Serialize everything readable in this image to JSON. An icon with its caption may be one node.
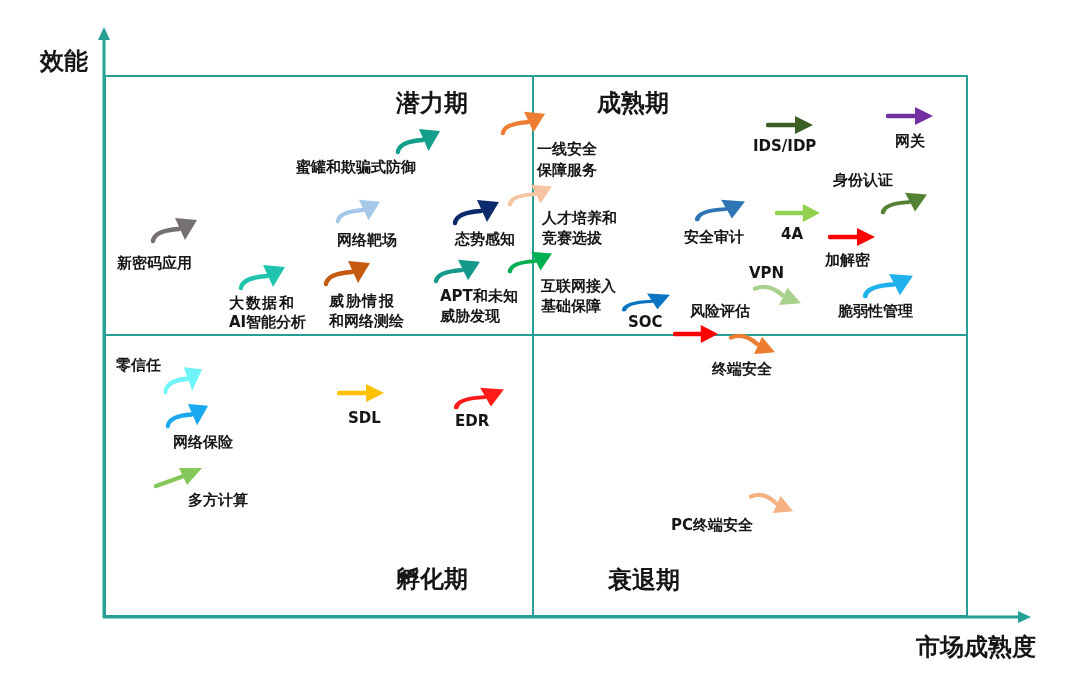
{
  "diagram": {
    "nodes": [
      {
        "text": [
          "潜力期"
        ]
      },
      {
        "text": [
          "成熟期"
        ]
      },
      {
        "text": [
          "孵化期"
        ]
      },
      {
        "text": [
          "衰退期"
        ]
      }
    ],
    "labels": [
      "效能",
      "蜜罐和欺骗式防御",
      "一线安全保障服务",
      "IDS/IDP",
      "网关",
      "身份认证",
      "网络靶场",
      "态势感知",
      "人才培养和竞赛选拔",
      "安全审计",
      "4A",
      "新密码应用",
      "VPN",
      "加解密",
      "大数据和AI智能分析",
      "威胁情报和网络测绘",
      "APT和未知威胁发现",
      "互联网接入基础保障",
      "SOC",
      "风险评估",
      "脆弱性管理",
      "零信任",
      "终端安全",
      "SDL",
      "EDR",
      "网络保险",
      "多方计算",
      "PC终端安全",
      "市场成熟度"
    ]
  }
}
